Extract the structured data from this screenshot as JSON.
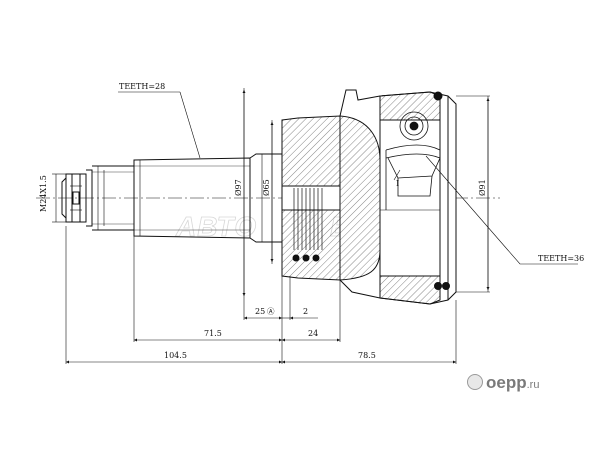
{
  "labels": {
    "teeth_outer": "TEETH=28",
    "teeth_inner": "TEETH=36",
    "thread": "M24X1.5",
    "dia_97": "Ø97",
    "dia_65": "Ø65",
    "dia_91": "Ø91",
    "dim_25": "25",
    "dim_25_mark": "Ⓐ",
    "dim_2": "2",
    "dim_71_5": "71.5",
    "dim_24": "24",
    "dim_104_5": "104.5",
    "dim_78_5": "78.5",
    "mark_I": "I"
  },
  "watermark": "АВТО",
  "brand": {
    "name": "oepp",
    "suffix": ".ru"
  },
  "colors": {
    "line": "#111111",
    "hatch": "#333333",
    "watermark": "#d8d8d8",
    "brand": "#7a7a7a"
  }
}
